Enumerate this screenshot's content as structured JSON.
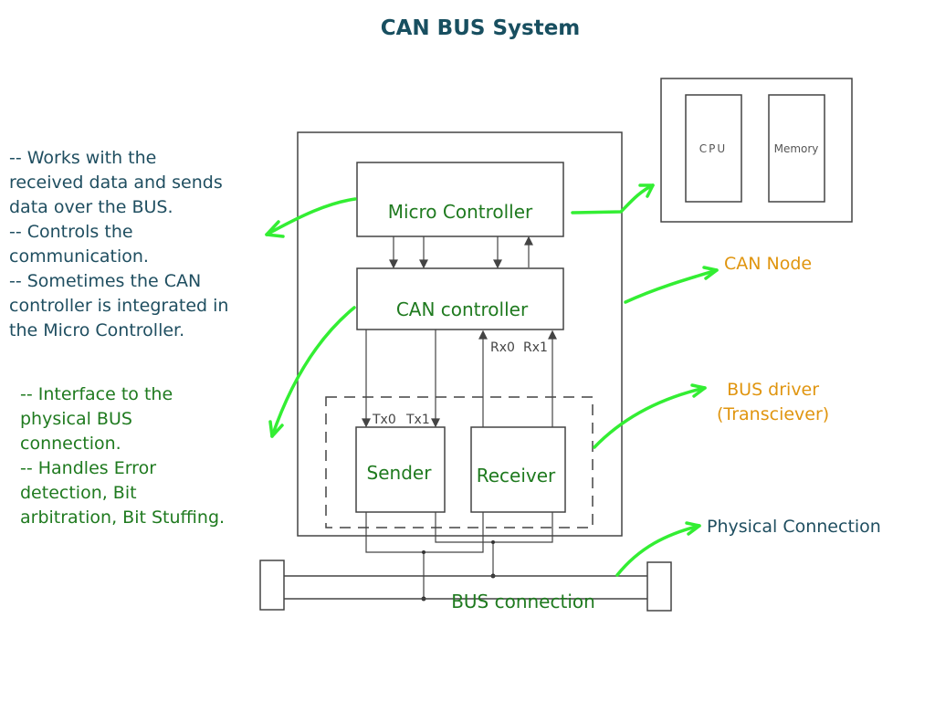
{
  "title": "CAN BUS System",
  "boxes": {
    "micro_controller": "Micro Controller",
    "can_controller": "CAN controller",
    "sender": "Sender",
    "receiver": "Receiver",
    "cpu": "CPU",
    "memory": "Memory",
    "bus_connection": "BUS connection"
  },
  "pins": {
    "tx0": "Tx0",
    "tx1": "Tx1",
    "rx0": "Rx0",
    "rx1": "Rx1"
  },
  "left_notes": {
    "microcontroller_lines": [
      "-- Works with the",
      "received data and sends",
      "data over the BUS.",
      "-- Controls the",
      "communication.",
      "-- Sometimes the CAN",
      "controller is integrated in",
      "the Micro Controller."
    ],
    "can_controller_lines": [
      "-- Interface to the",
      "physical BUS",
      "connection.",
      "-- Handles Error",
      "detection, Bit",
      "arbitration, Bit Stuffing."
    ]
  },
  "right_notes": {
    "can_node": "CAN Node",
    "bus_driver_lines": [
      "BUS driver",
      "(Transciever)"
    ],
    "physical_connection": "Physical Connection"
  },
  "colors": {
    "title": "#184f60",
    "navy_text": "#1f4e60",
    "green_text": "#1f7a1f",
    "orange_text": "#e0950f",
    "arrow": "#33ee33",
    "line": "#444444"
  }
}
